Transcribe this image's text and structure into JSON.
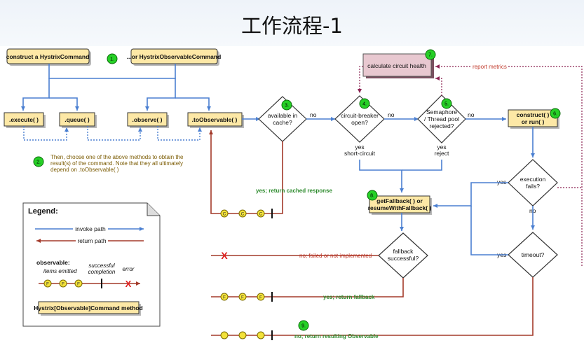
{
  "slide": {
    "title": "工作流程-1"
  },
  "colors": {
    "invoke": "#4a7fd1",
    "return": "#a33a2a",
    "badge": "#26d026",
    "box": "#fde8a6",
    "metrics_box": "#e8c8d0"
  },
  "boxes": {
    "construct": "construct a HystrixCommand",
    "construct_observable": "...or HystrixObservableCommand",
    "execute": ".execute( )",
    "queue": ".queue( )",
    "observe": ".observe( )",
    "to_observable": ".toObservable( )",
    "calculate_health": "calculate circuit health",
    "run_line1": "construct( )",
    "run_line2": "or run( )",
    "fallback_line1": "getFallback( ) or",
    "fallback_line2": "resumeWithFallback( )"
  },
  "decisions": {
    "cache_line1": "available in",
    "cache_line2": "cache?",
    "breaker_line1": "circuit-breaker",
    "breaker_line2": "open?",
    "pool_line1": "Semaphore",
    "pool_line2": "/ Thread pool",
    "pool_line3": "rejected?",
    "exec_line1": "execution",
    "exec_line2": "fails?",
    "timeout": "timeout?",
    "fallback_line1": "fallback",
    "fallback_line2": "successful?"
  },
  "edge_labels": {
    "no_cache": "no",
    "no_breaker": "no",
    "no_pool": "no",
    "yes_short_1": "yes",
    "yes_short_2": "short-circuit",
    "yes_reject_1": "yes",
    "yes_reject_2": "reject",
    "report_metrics": "report metrics",
    "yes_exec": "yes",
    "no_exec": "no",
    "yes_timeout": "yes",
    "cached": "yes; return cached response",
    "failed": "no; failed or not implemented",
    "return_fallback": "yes; return fallback",
    "return_observable": "no; return resulting Observable"
  },
  "steps": [
    "1.",
    "2.",
    "3.",
    "4.",
    "5.",
    "6.",
    "7.",
    "8.",
    "9."
  ],
  "note": {
    "line1": "Then, choose one of the above methods to obtain the",
    "line2": "result(s) of the command. Note that they all ultimately",
    "line3": "depend on .toObservable( )"
  },
  "emission_markers": {
    "cached": [
      "C",
      "C",
      "C"
    ],
    "fallback": [
      "F",
      "F",
      "F"
    ],
    "error": "X"
  },
  "legend": {
    "title": "Legend:",
    "invoke": "invoke path",
    "return": "return path",
    "observable": "observable:",
    "items_emitted": "items emitted",
    "successful_1": "successful",
    "successful_2": "completion",
    "error": "error",
    "items": [
      "F",
      "F",
      "F"
    ],
    "method_box": "Hystrix[Observable]Command method"
  }
}
